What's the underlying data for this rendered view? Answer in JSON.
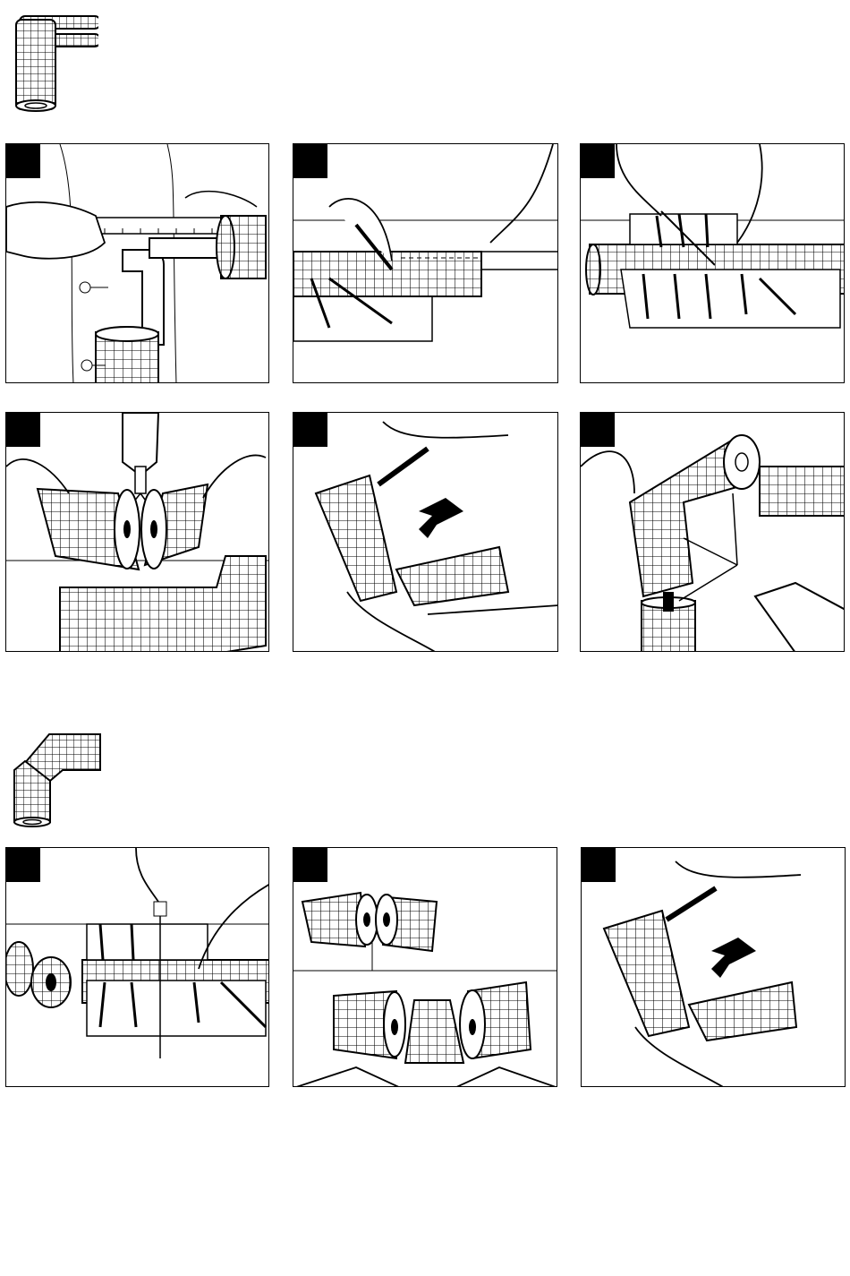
{
  "sections": [
    {
      "name": "tee-joint",
      "icon": "tee-pipe-insulation-icon",
      "steps": [
        {
          "label": "",
          "scene": "measure-pipe-with-ruler"
        },
        {
          "label": "",
          "scene": "mark-insulation-with-pen"
        },
        {
          "label": "",
          "scene": "cut-in-mitre-box"
        },
        {
          "label": "",
          "scene": "apply-adhesive-to-cut-ends"
        },
        {
          "label": "",
          "scene": "press-joint-together"
        },
        {
          "label": "",
          "scene": "fit-tee-onto-pipe"
        }
      ]
    },
    {
      "name": "elbow-joint",
      "icon": "elbow-pipe-insulation-icon",
      "steps": [
        {
          "label": "",
          "scene": "saw-segments-in-mitre-box"
        },
        {
          "label": "",
          "scene": "apply-adhesive-to-segments"
        },
        {
          "label": "",
          "scene": "press-elbow-together"
        }
      ]
    }
  ]
}
